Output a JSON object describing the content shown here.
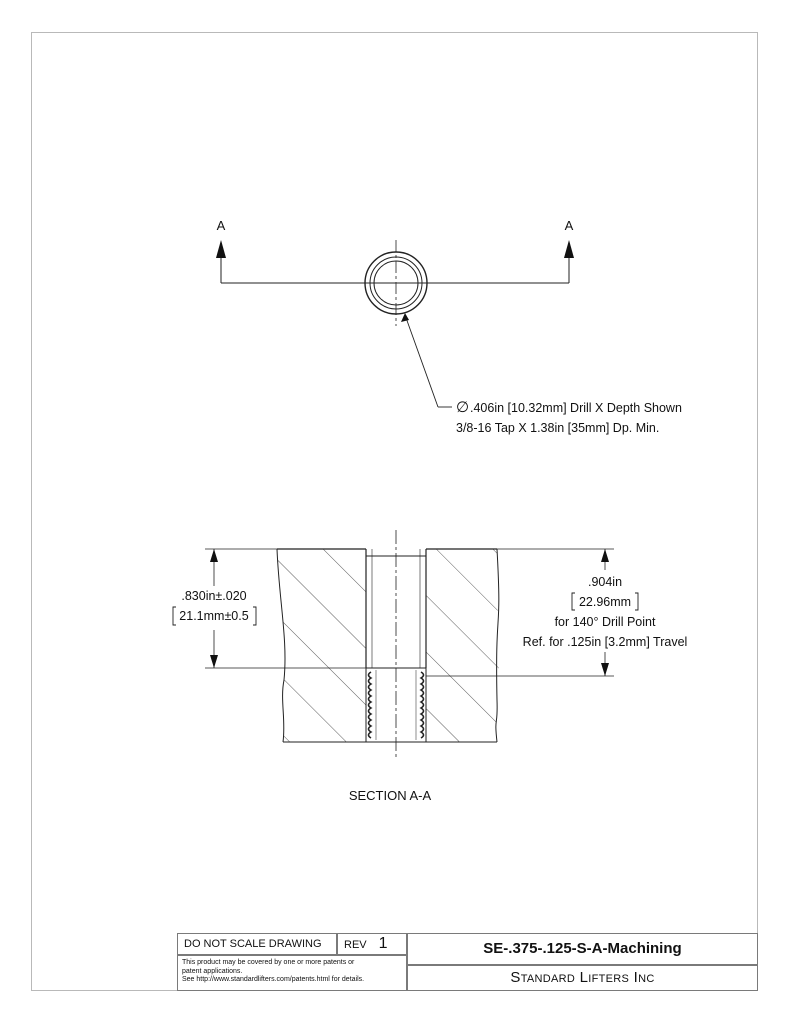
{
  "section_marker_left": "A",
  "section_marker_right": "A",
  "callout": {
    "line1": ".406in [10.32mm] Drill X Depth Shown",
    "line2": "3/8-16 Tap X 1.38in [35mm] Dp. Min.",
    "diameter_symbol": "∅"
  },
  "dim_left": {
    "line1": ".830in±.020",
    "line2": "21.1mm±0.5"
  },
  "dim_right": {
    "line1": ".904in",
    "line2": "22.96mm",
    "line3": "for 140° Drill Point",
    "line4": "Ref. for .125in [3.2mm] Travel"
  },
  "section_label": "SECTION A-A",
  "title_block": {
    "do_not_scale": "DO NOT SCALE DRAWING",
    "rev_label": "REV",
    "rev_value": "1",
    "patent_line1": "This product may be covered by one or more patents or",
    "patent_line2": "patent applications.",
    "patent_line3": "See http://www.standardlifters.com/patents.html for details.",
    "part_number": "SE-.375-.125-S-A-Machining",
    "company": "Standard Lifters Inc"
  }
}
